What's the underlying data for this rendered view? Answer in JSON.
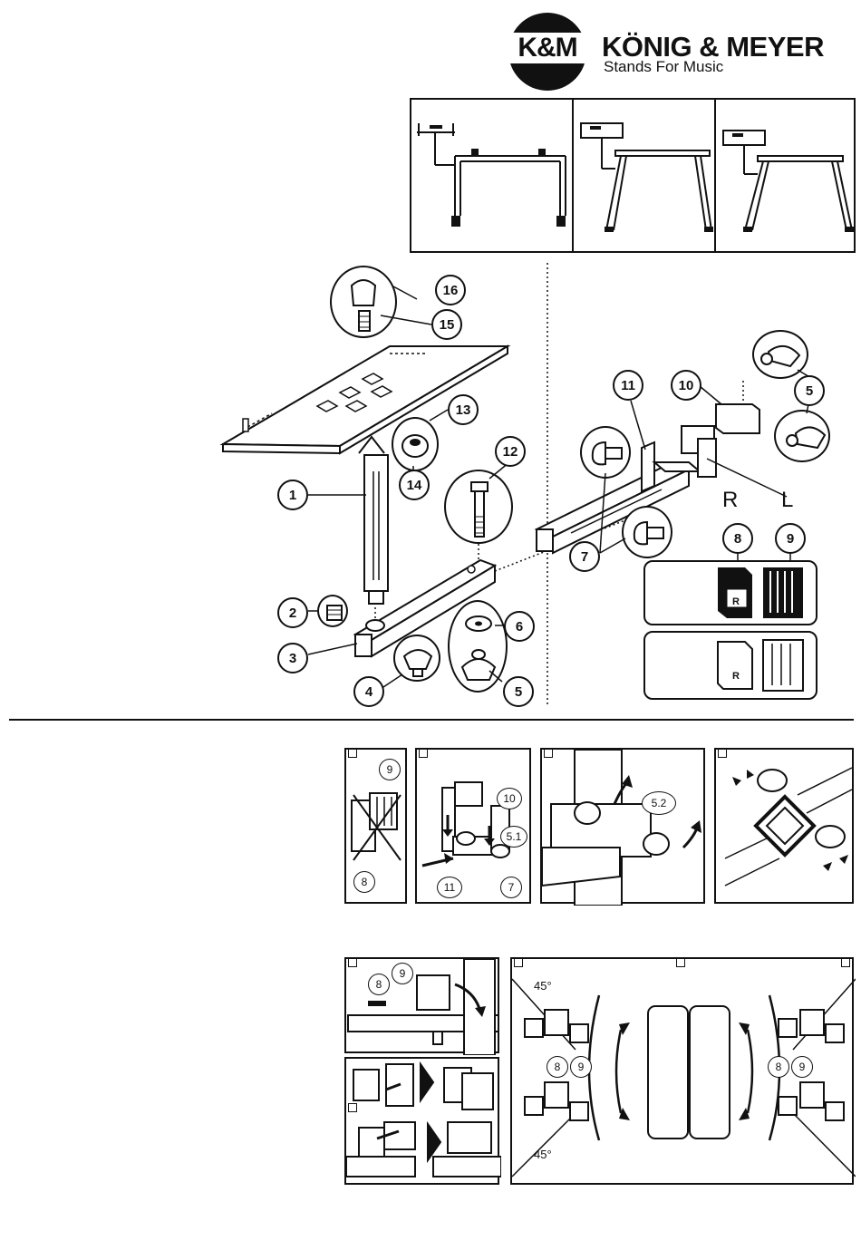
{
  "brand": {
    "logo_text": "K&M",
    "name": "KÖNIG & MEYER",
    "tagline": "Stands For Music"
  },
  "parts": {
    "p1": "1",
    "p2": "2",
    "p3": "3",
    "p4": "4",
    "p5a": "5",
    "p5b": "5",
    "p6": "6",
    "p7a": "7",
    "p8": "8",
    "p9": "9",
    "p10": "10",
    "p11": "11",
    "p12": "12",
    "p13": "13",
    "p14": "14",
    "p15": "15",
    "p16": "16"
  },
  "orientation_labels": {
    "right": "R",
    "left": "L"
  },
  "bracket_mark": "R",
  "steps": {
    "s1": {
      "top": "9",
      "bottom": "8"
    },
    "s2": {
      "a": "10",
      "b": "5.1",
      "c": "11",
      "d": "7"
    },
    "s3": {
      "a": "5.2"
    },
    "s5": {
      "a": "8",
      "b": "9"
    },
    "s7": {
      "angle_top": "45°",
      "angle_bottom": "45°",
      "left_a": "8",
      "left_b": "9",
      "right_a": "8",
      "right_b": "9"
    }
  }
}
